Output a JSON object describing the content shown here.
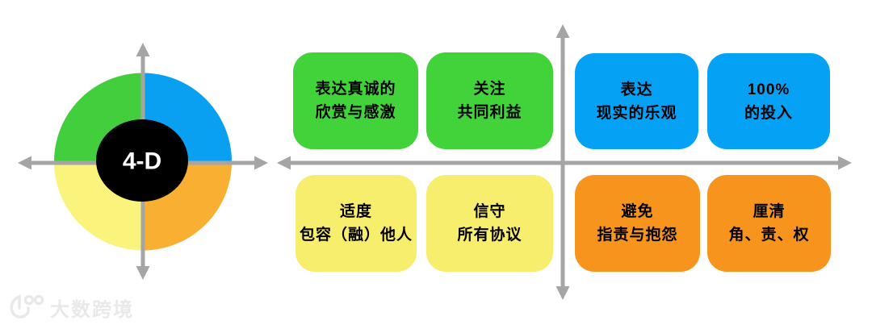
{
  "left_diagram": {
    "center_label": "4-D",
    "colors": {
      "quadrant_top_left": "#43CE3D",
      "quadrant_top_right": "#0AA0F2",
      "quadrant_bottom_left": "#FAF37C",
      "quadrant_bottom_right": "#F9AF32",
      "center_circle": "#000000",
      "center_text": "#FFFFFF",
      "axis": "#A5A5A5"
    }
  },
  "matrix": {
    "axis_color": "#A5A5A5"
  },
  "boxes": [
    {
      "line1": "表达真诚的",
      "line2": "欣赏与感激",
      "color": "#42D23A"
    },
    {
      "line1": "关注",
      "line2": "共同利益",
      "color": "#42D23A"
    },
    {
      "line1": "表达",
      "line2": "现实的乐观",
      "color": "#05A1F5"
    },
    {
      "line1": "100%",
      "line2": "的投入",
      "color": "#05A1F5"
    },
    {
      "line1": "适度",
      "line2": "包容（融）他人",
      "color": "#F8EE6D"
    },
    {
      "line1": "信守",
      "line2": "所有协议",
      "color": "#F8EE6D"
    },
    {
      "line1": "避免",
      "line2": "指责与抱怨",
      "color": "#F7941E"
    },
    {
      "line1": "厘清",
      "line2": "角、责、权",
      "color": "#F7941E"
    }
  ],
  "watermark": {
    "text": "大数跨境",
    "color": "#E9E9E9"
  }
}
